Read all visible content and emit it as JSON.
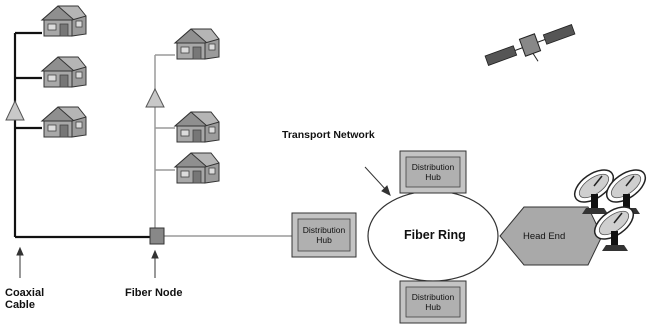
{
  "labels": {
    "coaxial_cable_line1": "Coaxial",
    "coaxial_cable_line2": "Cable",
    "fiber_node": "Fiber Node",
    "transport_network": "Transport Network",
    "fiber_ring": "Fiber Ring",
    "head_end": "Head End"
  },
  "hubs": [
    {
      "line1": "Distribution",
      "line2": "Hub"
    },
    {
      "line1": "Distribution",
      "line2": "Hub"
    },
    {
      "line1": "Distribution",
      "line2": "Hub"
    }
  ],
  "icons": [
    "house-icon",
    "amplifier-icon",
    "satellite-icon",
    "satellite-dish-icon",
    "fiber-node-icon"
  ],
  "colors": {
    "coax": "#111111",
    "fiber": "#9a9a9a",
    "house_fill": "#a8a8a8",
    "hub_fill": "#bdbdbd",
    "head_end_fill": "#a9a9a9"
  }
}
